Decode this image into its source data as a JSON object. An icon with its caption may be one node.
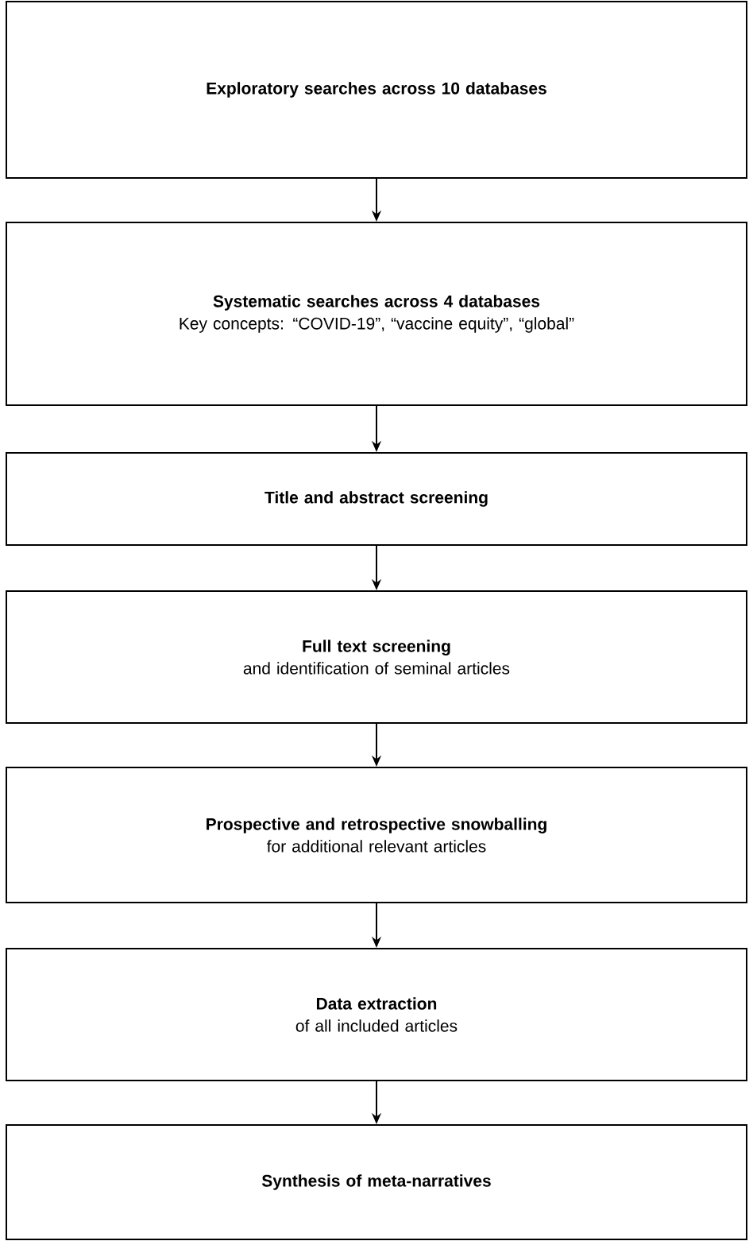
{
  "diagram": {
    "nodes": [
      {
        "text": [
          "Exploratory searches across 10 databases"
        ]
      },
      {
        "text": [
          "Systematic searches across 4 databases",
          "Key concepts: “COVID-19”, “vaccine equity”, “global”"
        ]
      },
      {
        "text": [
          "Title and abstract screening"
        ]
      },
      {
        "text": [
          "Full text screening",
          "and identification of seminal articles"
        ]
      },
      {
        "text": [
          "Prospective and retrospective snowballing",
          "for additional relevant articles"
        ]
      },
      {
        "text": [
          "Data extraction",
          "of all included articles"
        ]
      },
      {
        "text": [
          "Synthesis of meta-narratives"
        ]
      }
    ],
    "edges": [
      {
        "from": 0,
        "to": 1,
        "arrow": "to"
      },
      {
        "from": 1,
        "to": 2,
        "arrow": "to"
      },
      {
        "from": 2,
        "to": 3,
        "arrow": "to"
      },
      {
        "from": 3,
        "to": 4,
        "arrow": "to"
      },
      {
        "from": 4,
        "to": 5,
        "arrow": "to"
      },
      {
        "from": 5,
        "to": 6,
        "arrow": "to"
      }
    ]
  }
}
